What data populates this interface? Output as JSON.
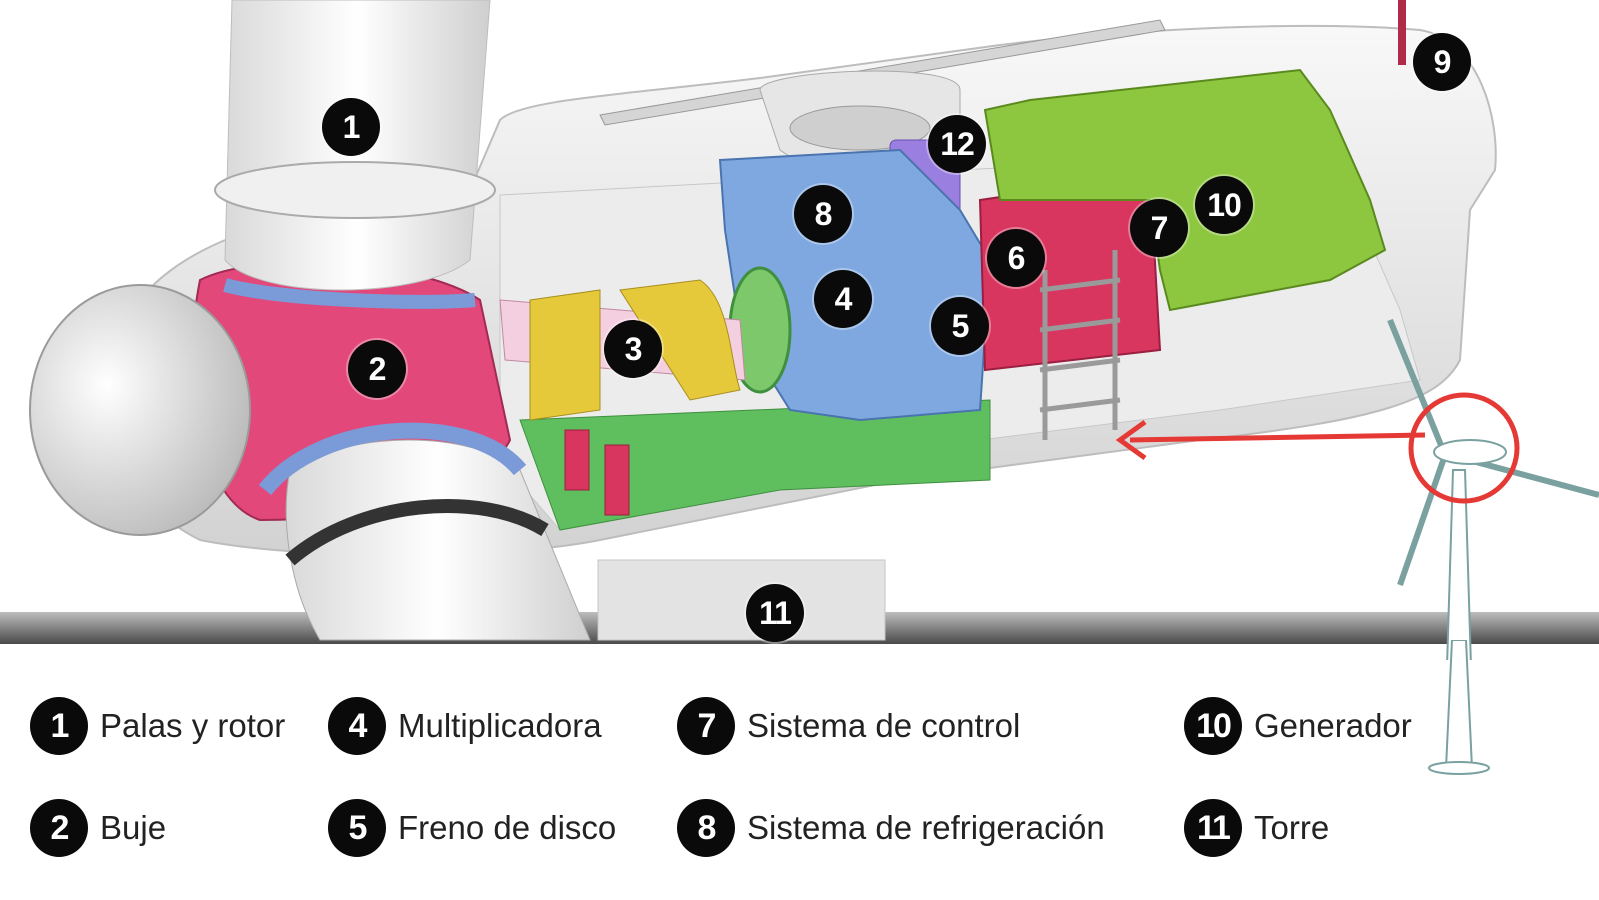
{
  "markers": [
    {
      "num": "1"
    },
    {
      "num": "2"
    },
    {
      "num": "3"
    },
    {
      "num": "4"
    },
    {
      "num": "5"
    },
    {
      "num": "6"
    },
    {
      "num": "7"
    },
    {
      "num": "8"
    },
    {
      "num": "9"
    },
    {
      "num": "10"
    },
    {
      "num": "11"
    },
    {
      "num": "12"
    }
  ],
  "legend": [
    {
      "num": "1",
      "label": "Palas y rotor"
    },
    {
      "num": "2",
      "label": "Buje"
    },
    {
      "num": "4",
      "label": "Multiplicadora"
    },
    {
      "num": "5",
      "label": "Freno de disco"
    },
    {
      "num": "7",
      "label": "Sistema de control"
    },
    {
      "num": "8",
      "label": "Sistema de refrigeración"
    },
    {
      "num": "10",
      "label": "Generador"
    },
    {
      "num": "11",
      "label": "Torre"
    }
  ],
  "colors": {
    "hub": "#e2487a",
    "gearbox": "#7fa8e0",
    "generator": "#8dc63f",
    "control": "#d9365f",
    "frame": "#5fbf5f",
    "bearing": "#e6c93a",
    "pointer": "#e53935",
    "nacelle": "#eeeeee"
  }
}
